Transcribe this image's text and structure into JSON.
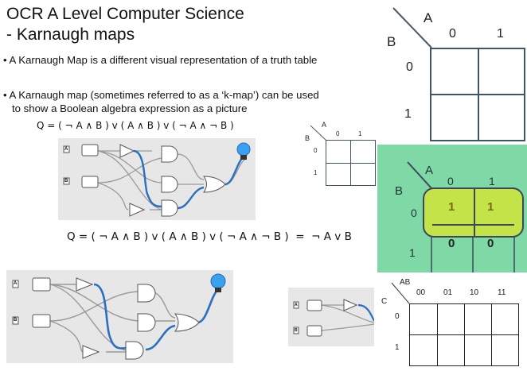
{
  "slide": {
    "title_line1": "OCR A Level Computer Science",
    "title_line2": "- Karnaugh maps",
    "bullet1": "• A Karnaugh Map is a different visual representation of a truth table",
    "bullet2_line1": "• A Karnaugh map (sometimes referred to as a ‘k-map’) can be used",
    "bullet2_line2": "to show a Boolean algebra expression as a picture",
    "equation1": "Q = ( ¬ A ∧ B ) v ( A ∧ B ) v ( ¬ A ∧ ¬ B )",
    "equation2": "Q = ( ¬ A ∧ B ) v ( A ∧ B ) v ( ¬ A ∧ ¬ B )  =  ¬ A v B"
  },
  "kmap_large": {
    "var_a": "A",
    "var_b": "B",
    "col_labels": [
      "0",
      "1"
    ],
    "row_labels": [
      "0",
      "1"
    ]
  },
  "kmap_small": {
    "var_a": "A",
    "var_b": "B",
    "col_labels": [
      "0",
      "1"
    ],
    "row_labels": [
      "0",
      "1"
    ]
  },
  "kmap_green": {
    "var_a": "A",
    "var_b": "B",
    "col_labels": [
      "0",
      "1"
    ],
    "row_labels": [
      "0",
      "1"
    ],
    "row0_values": [
      "1",
      "1"
    ],
    "row1_values": [
      "0",
      "0"
    ],
    "background": "#7fd9a7",
    "group_fill": "#c4e348",
    "group_border": "#3c4858"
  },
  "kmap_3var": {
    "var_ab": "AB",
    "var_c": "C",
    "col_labels": [
      "00",
      "01",
      "10",
      "11"
    ],
    "row_labels": [
      "0",
      "1"
    ]
  },
  "circuits": {
    "input_a": "A",
    "input_b": "B",
    "wire_highlight": "#2a6fc0",
    "panel_bg": "#e7e7e7",
    "bulb": "#3aa0f0"
  }
}
